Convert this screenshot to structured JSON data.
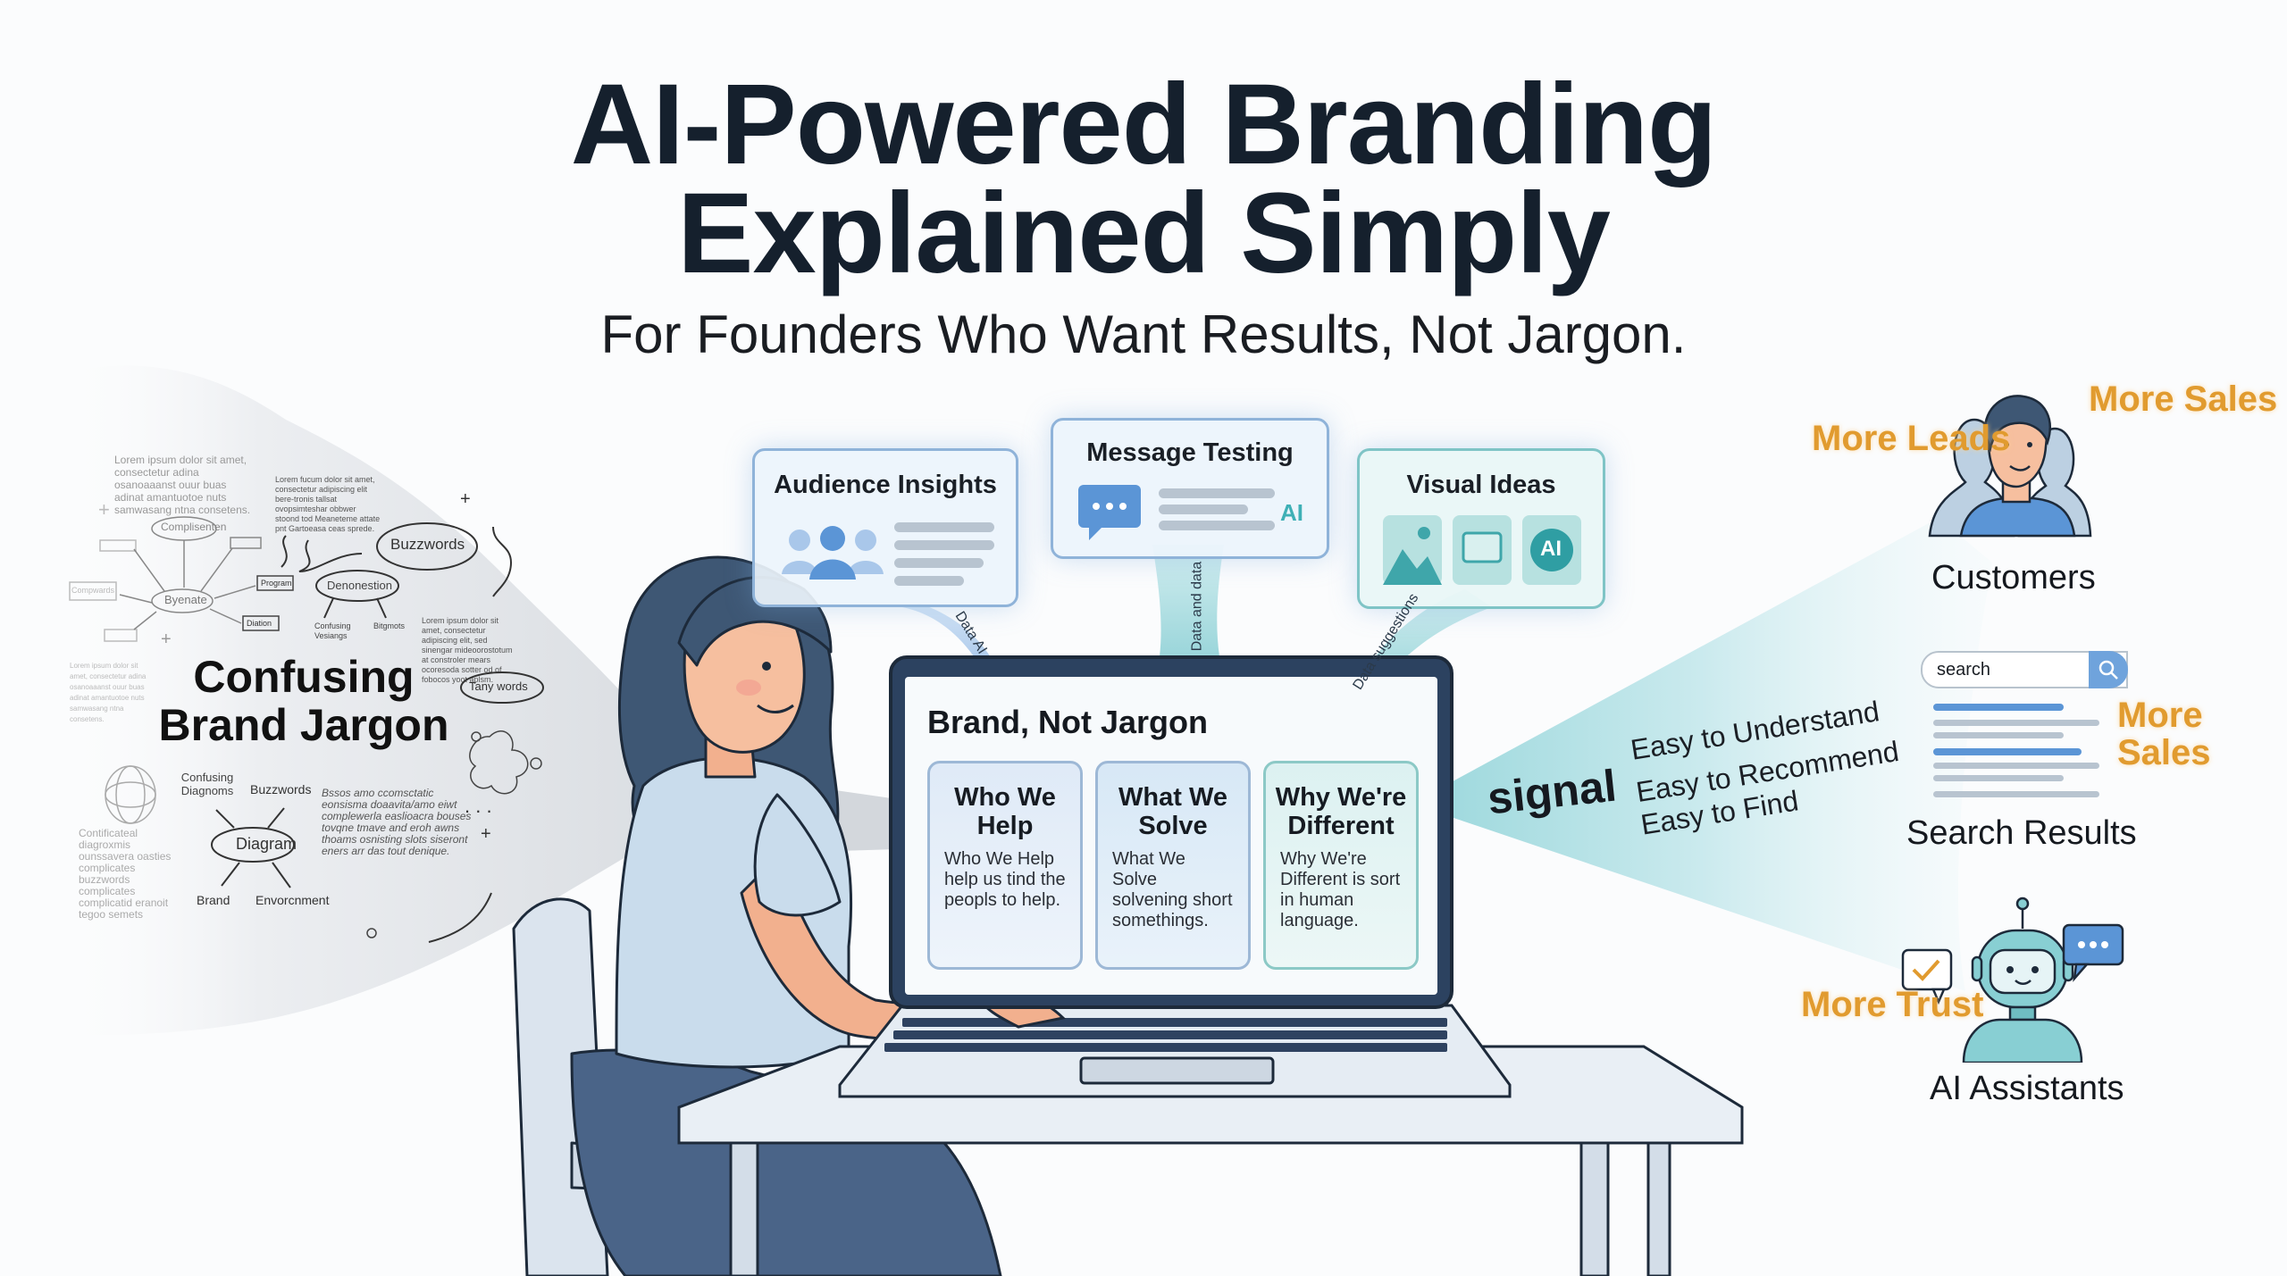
{
  "header": {
    "title_line1": "AI-Powered Branding",
    "title_line2": "Explained Simply",
    "subtitle": "For Founders Who Want Results, Not Jargon."
  },
  "jargon_cloud": {
    "title_line1": "Confusing",
    "title_line2": "Brand Jargon",
    "lorem_blocks": [
      "Lorem ipsum dolor sit amet, consectetur adina osanoaaanst ouur buas adinat amantuotoe nuts samwasang ntna consetens.",
      "Lorem fucum dolor sit amet, consectetur adipiscing elit bere-tronis tallsat ovopsimteshar obbwer stoond tod Meaneteme attate pnt Gartoeasa ceas sprede.",
      "Lorem ipsum dolor sit amet, consectetur adipiscing elit, sed sinengar mideoorostotum at constroler mears ocoresoda sotter od of fobocos yoot aplsm.",
      "Bssos amo ccomsctatic eonsisma doaavita/amo eiwt complewerla easlioacra bouses tovqne tmave and eroh awns thoams osnisting slots siseront eners arr das tout denique.",
      "Contificateal diagroxmis ounssavera oasties complicates buzzwords complicates complicatid eranoit tegoo semets"
    ],
    "diagram_nodes": [
      "Complisenten",
      "Byenate",
      "Program",
      "Diation",
      "Compwards",
      "Buzzwords",
      "Denonestion",
      "Confusing Vesiangs",
      "Bitgmots",
      "Tany words"
    ],
    "mind_map": {
      "center": "Diagram",
      "branches": [
        "Confusing Diagnoms",
        "Buzzwords",
        "Brand",
        "Envorcnment"
      ]
    }
  },
  "ai_tools": [
    {
      "label": "Audience Insights",
      "flow_label": "Data AI"
    },
    {
      "label": "Message Testing",
      "badge": "AI",
      "flow_label": "Data and data"
    },
    {
      "label": "Visual Ideas",
      "badge": "AI",
      "flow_label": "Data suggestions"
    }
  ],
  "laptop_screen": {
    "heading": "Brand, Not Jargon",
    "cards": [
      {
        "title": "Who We Help",
        "body": "Who We Help help us tind the peopls to help."
      },
      {
        "title": "What We Solve",
        "body": "What We Solve solvening short somethings."
      },
      {
        "title": "Why We're Different",
        "body": "Why We're Different is sort in human language."
      }
    ]
  },
  "signal": {
    "label": "signal",
    "benefits": [
      "Easy to Understand",
      "Easy to Recommend",
      "Easy to Find"
    ]
  },
  "audiences": [
    {
      "label": "Customers",
      "outcomes": [
        "More Leads",
        "More Sales"
      ]
    },
    {
      "label": "Search Results",
      "search_placeholder": "search",
      "outcomes": [
        "More Sales"
      ]
    },
    {
      "label": "AI Assistants",
      "outcomes": [
        "More Trust"
      ]
    }
  ],
  "colors": {
    "title": "#15202d",
    "accent_blue": "#5b95d6",
    "accent_teal": "#5fc3c9",
    "outcome_orange": "#e19b2f",
    "navy": "#2c4260"
  }
}
